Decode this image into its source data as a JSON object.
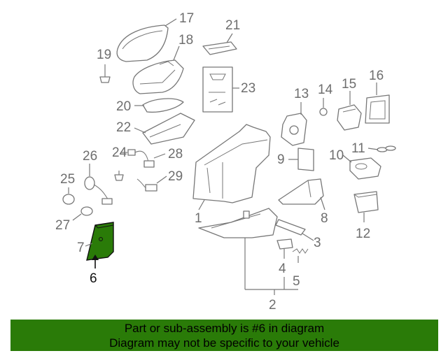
{
  "diagram": {
    "callouts": [
      "1",
      "2",
      "3",
      "4",
      "5",
      "6",
      "7",
      "8",
      "9",
      "10",
      "11",
      "12",
      "13",
      "14",
      "15",
      "16",
      "17",
      "18",
      "19",
      "20",
      "21",
      "22",
      "23",
      "24",
      "25",
      "26",
      "27",
      "28",
      "29"
    ],
    "highlighted_part": "6",
    "highlight_color": "#2a7b08"
  },
  "banner": {
    "line1": "Part or sub-assembly is #6 in diagram",
    "line2": "Diagram may not be specific to your vehicle",
    "background": "#2a7b08"
  }
}
